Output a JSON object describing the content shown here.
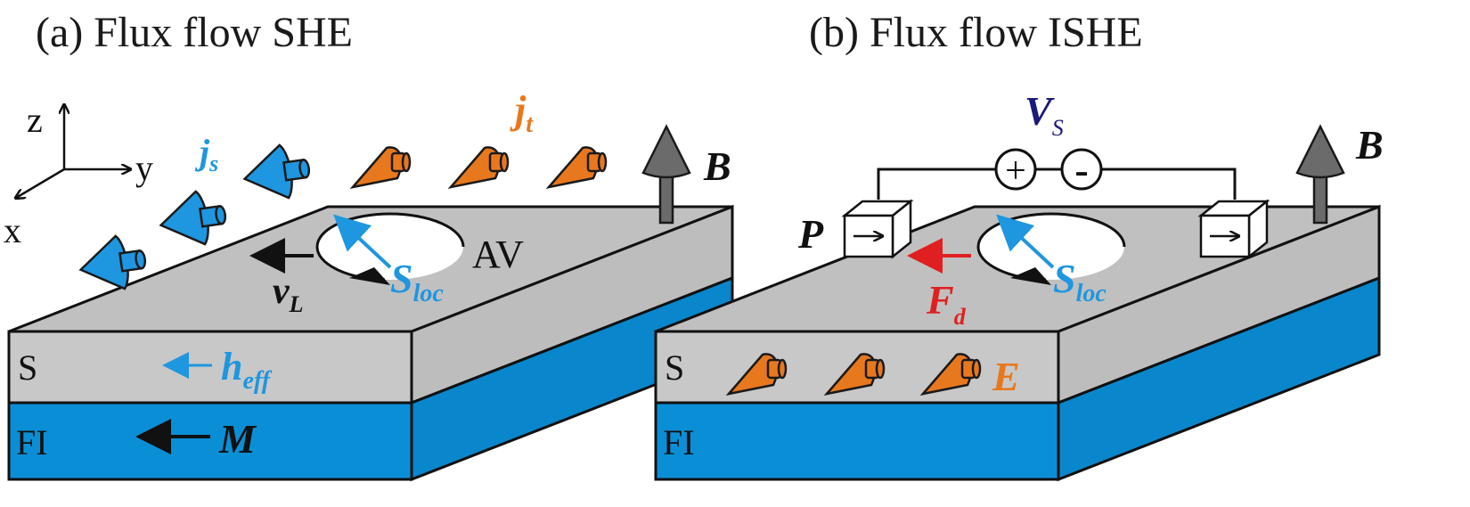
{
  "panel_a": {
    "title": "(a) Flux flow SHE",
    "axes": {
      "z": "z",
      "y": "y",
      "x": "x"
    },
    "js": {
      "main": "j",
      "sub": "s"
    },
    "jt": {
      "main": "j",
      "sub": "t"
    },
    "B": "B",
    "AV": "AV",
    "vL": {
      "main": "v",
      "sub": "L"
    },
    "Sloc": {
      "main": "S",
      "sub": "loc"
    },
    "S_layer": "S",
    "FI_layer": "FI",
    "heff": {
      "main": "h",
      "sub": "eff"
    },
    "M": "M"
  },
  "panel_b": {
    "title": "(b) Flux flow ISHE",
    "Vs": {
      "main": "V",
      "sub": "S"
    },
    "plus": "+",
    "minus": "-",
    "P": "P",
    "B": "B",
    "Fd": {
      "main": "F",
      "sub": "d"
    },
    "Sloc": {
      "main": "S",
      "sub": "loc"
    },
    "S_layer": "S",
    "FI_layer": "FI",
    "E": "E"
  },
  "colors": {
    "gray_top": "#c0c0c0",
    "gray_front": "#c8c8c8",
    "gray_side": "#bdbdbd",
    "blue": "#0a8fd6",
    "blue_side": "#0a86cc",
    "spin_blue": "#1e96e0",
    "orange": "#e8781e",
    "red": "#e02020",
    "navy": "#1a1a7a",
    "dark_gray_arrow": "#6b6b6b"
  },
  "icons": [
    "axes-icon",
    "spin-cone-icon",
    "vortex-circulation-icon",
    "field-arrow-icon",
    "voltage-source-icon",
    "contact-box-icon"
  ]
}
